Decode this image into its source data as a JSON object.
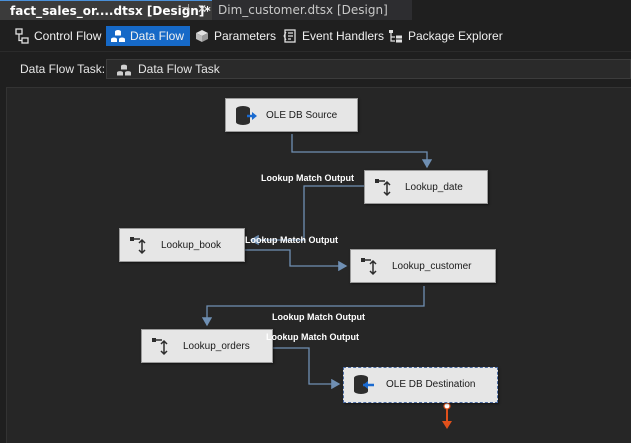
{
  "doc_tabs": {
    "active": {
      "label": "fact_sales_or....dtsx [Design]*"
    },
    "inactive": {
      "label": "Dim_customer.dtsx [Design]"
    },
    "pin_glyph": "⊣",
    "close_glyph": "✕"
  },
  "designer_tabs": [
    {
      "label": "Control Flow",
      "icon": "control-flow-icon"
    },
    {
      "label": "Data Flow",
      "icon": "data-flow-icon",
      "active": true
    },
    {
      "label": "Parameters",
      "icon": "parameters-icon"
    },
    {
      "label": "Event Handlers",
      "icon": "event-handlers-icon"
    },
    {
      "label": "Package Explorer",
      "icon": "package-explorer-icon"
    }
  ],
  "task_selector": {
    "label": "Data Flow Task:",
    "value": "Data Flow Task"
  },
  "components": {
    "source": {
      "label": "OLE DB Source"
    },
    "lookup_date": {
      "label": "Lookup_date"
    },
    "lookup_book": {
      "label": "Lookup_book"
    },
    "lookup_customer": {
      "label": "Lookup_customer"
    },
    "lookup_orders": {
      "label": "Lookup_orders"
    },
    "destination": {
      "label": "OLE DB Destination"
    }
  },
  "paths": {
    "date_to_book": "Lookup Match Output",
    "book_to_customer": "Lookup Match Output",
    "customer_to_orders": "Lookup Match Output",
    "orders_to_destination": "Lookup Match Output"
  },
  "colors": {
    "accent": "#1669c7",
    "connector": "#6f8fb3",
    "error_output": "#e0501b"
  }
}
